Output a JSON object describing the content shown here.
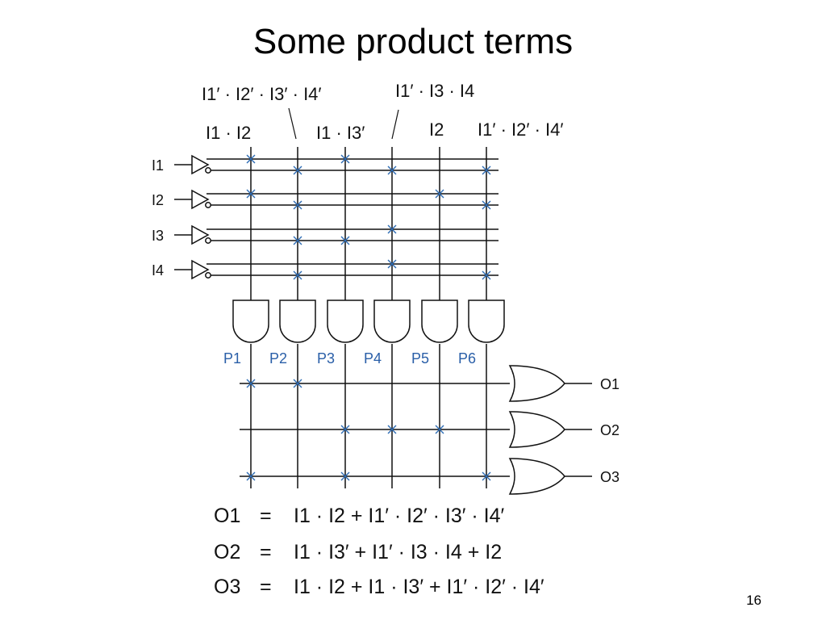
{
  "slide": {
    "title": "Some product terms",
    "page_number": "16"
  },
  "inputs": [
    "I1",
    "I2",
    "I3",
    "I4"
  ],
  "products": [
    "P1",
    "P2",
    "P3",
    "P4",
    "P5",
    "P6"
  ],
  "outputs": [
    "O1",
    "O2",
    "O3"
  ],
  "term_labels": {
    "p2_term": "I1′ · I2′ · I3′ · I4′",
    "p4_term": "I1′ · I3 · I4",
    "p1_term": "I1 · I2",
    "p3_term": "I1 · I3′",
    "p5_term": "I2",
    "p6_term": "I1′ · I2′ · I4′"
  },
  "and_connections": [
    {
      "product": "P1",
      "lines": [
        "I1",
        "I2"
      ]
    },
    {
      "product": "P2",
      "lines": [
        "I1′",
        "I2′",
        "I3′",
        "I4′"
      ]
    },
    {
      "product": "P3",
      "lines": [
        "I1",
        "I3′"
      ]
    },
    {
      "product": "P4",
      "lines": [
        "I1′",
        "I3",
        "I4"
      ]
    },
    {
      "product": "P5",
      "lines": [
        "I2"
      ]
    },
    {
      "product": "P6",
      "lines": [
        "I1′",
        "I2′",
        "I4′"
      ]
    }
  ],
  "or_connections": [
    {
      "output": "O1",
      "products": [
        "P1",
        "P2"
      ]
    },
    {
      "output": "O2",
      "products": [
        "P3",
        "P4",
        "P5"
      ]
    },
    {
      "output": "O3",
      "products": [
        "P1",
        "P3",
        "P6"
      ]
    }
  ],
  "equations": [
    {
      "lhs": "O1",
      "eq": "=",
      "rhs": "I1 · I2 + I1′ · I2′ · I3′ · I4′"
    },
    {
      "lhs": "O2",
      "eq": "=",
      "rhs": "I1 · I3′ + I1′ · I3 · I4 + I2"
    },
    {
      "lhs": "O3",
      "eq": "=",
      "rhs": "I1 · I2 + I1 · I3′ + I1′ · I2′ · I4′"
    }
  ],
  "colors": {
    "wire": "#111111",
    "cross": "#2f6db5",
    "product_label": "#2a5fa8"
  }
}
